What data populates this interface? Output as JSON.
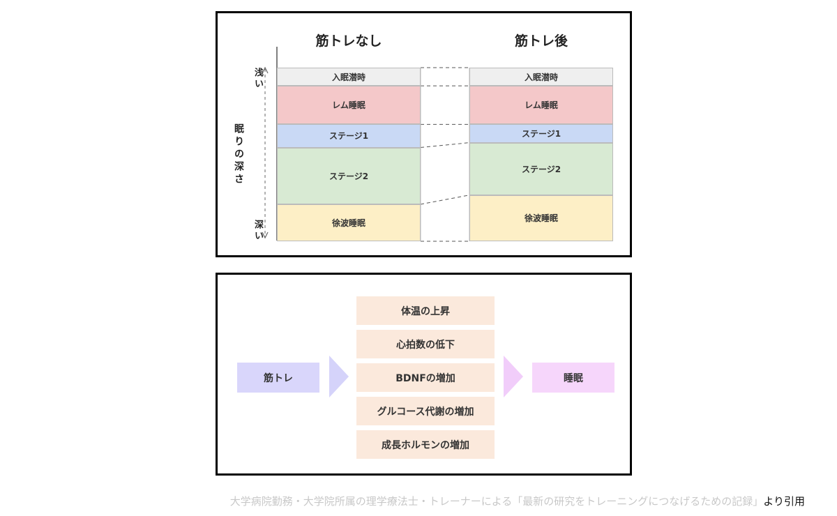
{
  "sleep_stages": {
    "columns": [
      {
        "heading": "筋トレなし",
        "stages": [
          {
            "label": "入眠潜時",
            "color": "#efefef",
            "share": 0.105
          },
          {
            "label": "レム睡眠",
            "color": "#f4c8c9",
            "share": 0.222
          },
          {
            "label": "ステージ1",
            "color": "#c9d9f5",
            "share": 0.133
          },
          {
            "label": "ステージ2",
            "color": "#d8ead3",
            "share": 0.327
          },
          {
            "label": "徐波睡眠",
            "color": "#fdefc6",
            "share": 0.213
          }
        ]
      },
      {
        "heading": "筋トレ後",
        "stages": [
          {
            "label": "入眠潜時",
            "color": "#efefef",
            "share": 0.105
          },
          {
            "label": "レム睡眠",
            "color": "#f4c8c9",
            "share": 0.222
          },
          {
            "label": "ステージ1",
            "color": "#c9d9f5",
            "share": 0.105
          },
          {
            "label": "ステージ2",
            "color": "#d8ead3",
            "share": 0.302
          },
          {
            "label": "徐波睡眠",
            "color": "#fdefc6",
            "share": 0.266
          }
        ]
      }
    ],
    "axis": {
      "shallow": "浅い",
      "title": "眠りの深さ",
      "deep": "深い"
    }
  },
  "mechanism": {
    "input": {
      "label": "筋トレ",
      "color": "#d9d6fb"
    },
    "effects": [
      "体温の上昇",
      "心拍数の低下",
      "BDNFの増加",
      "グルコース代謝の増加",
      "成長ホルモンの増加"
    ],
    "output": {
      "label": "睡眠",
      "color": "#f6d6fb"
    },
    "arrow_colors": [
      "#d5d3fa",
      "#f1cdfa"
    ]
  },
  "citation": {
    "source": "大学病院勤務・大学院所属の理学療法士・トレーナーによる「最新の研究をトレーニングにつなげるための記録」",
    "suffix": "より引用"
  }
}
